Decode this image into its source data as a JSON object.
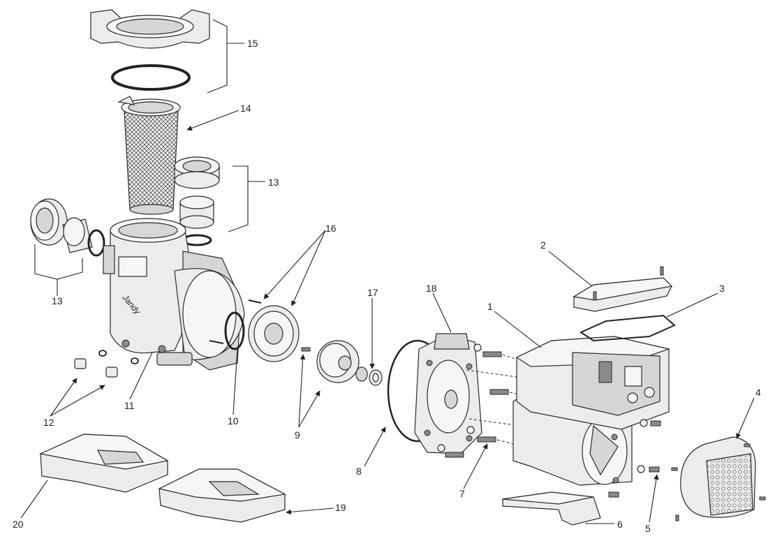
{
  "callouts": [
    {
      "number": "1"
    },
    {
      "number": "2"
    },
    {
      "number": "3"
    },
    {
      "number": "4"
    },
    {
      "number": "5"
    },
    {
      "number": "6"
    },
    {
      "number": "7"
    },
    {
      "number": "8"
    },
    {
      "number": "9"
    },
    {
      "number": "10"
    },
    {
      "number": "11"
    },
    {
      "number": "12"
    },
    {
      "number": "13"
    },
    {
      "number": "13"
    },
    {
      "number": "14"
    },
    {
      "number": "15"
    },
    {
      "number": "16"
    },
    {
      "number": "17"
    },
    {
      "number": "18"
    },
    {
      "number": "19"
    },
    {
      "number": "20"
    }
  ],
  "brand_mark": "Jandy",
  "colors": {
    "line": "#222222",
    "part_fill": "#ececec",
    "part_shade": "#d6d6d6",
    "background": "#ffffff"
  }
}
